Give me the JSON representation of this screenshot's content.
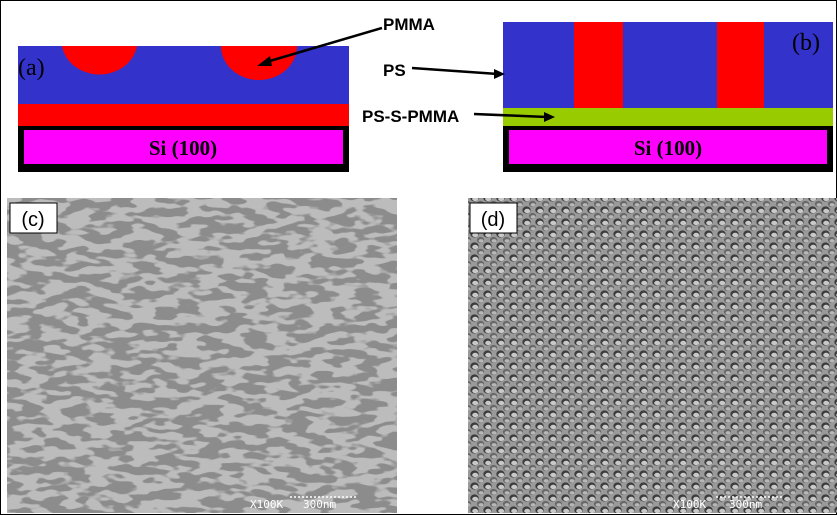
{
  "figure": {
    "panel_a": {
      "label": "(a)",
      "substrate_label": "Si (100)",
      "colors": {
        "matrix": "#3333cc",
        "domain": "#ff0000",
        "substrate": "#ff00ff"
      }
    },
    "panel_b": {
      "label": "(b)",
      "substrate_label": "Si (100)",
      "colors": {
        "matrix": "#3333cc",
        "domain": "#ff0000",
        "brush": "#99cc00",
        "substrate": "#ff00ff"
      }
    },
    "annotations": {
      "pmma": "PMMA",
      "ps": "PS",
      "brush": "PS-S-PMMA"
    },
    "panel_c": {
      "label": "(c)",
      "magnification": "X100K",
      "scale": "300nm"
    },
    "panel_d": {
      "label": "(d)",
      "magnification": "X100K",
      "scale": "300nm"
    }
  }
}
